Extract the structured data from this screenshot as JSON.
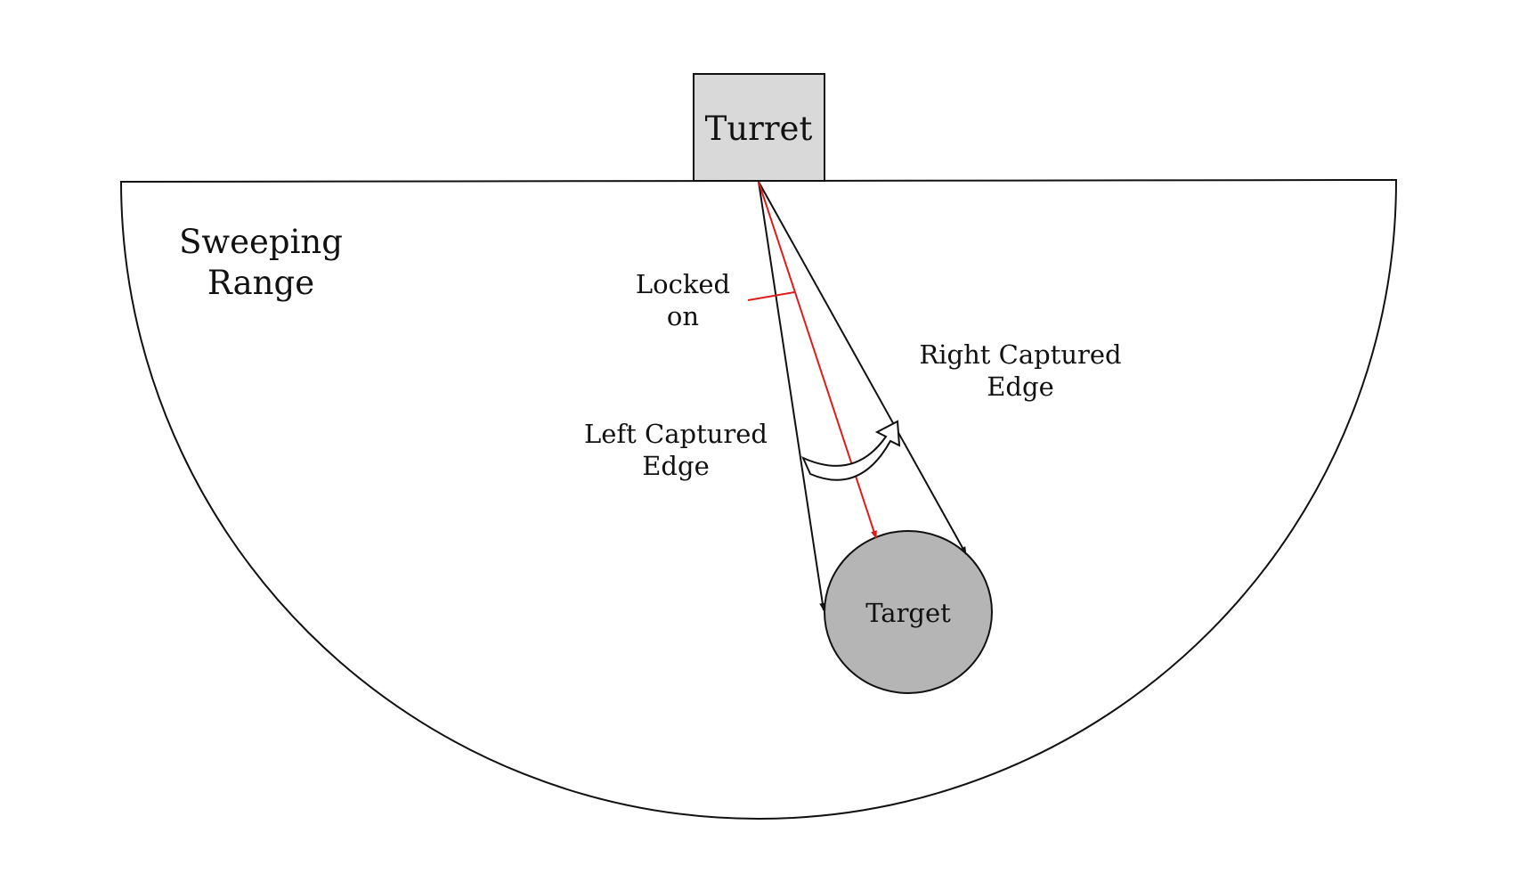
{
  "labels": {
    "turret": "Turret",
    "sweeping_range_line1": "Sweeping",
    "sweeping_range_line2": "Range",
    "locked_on_line1": "Locked",
    "locked_on_line2": "on",
    "right_edge_line1": "Right Captured",
    "right_edge_line2": "Edge",
    "left_edge_line1": "Left Captured",
    "left_edge_line2": "Edge",
    "target": "Target"
  },
  "colors": {
    "stroke": "#111111",
    "turret_fill": "#d9d9d9",
    "target_fill": "#b5b5b5",
    "lock_line": "#e01b1b",
    "background": "#ffffff"
  }
}
